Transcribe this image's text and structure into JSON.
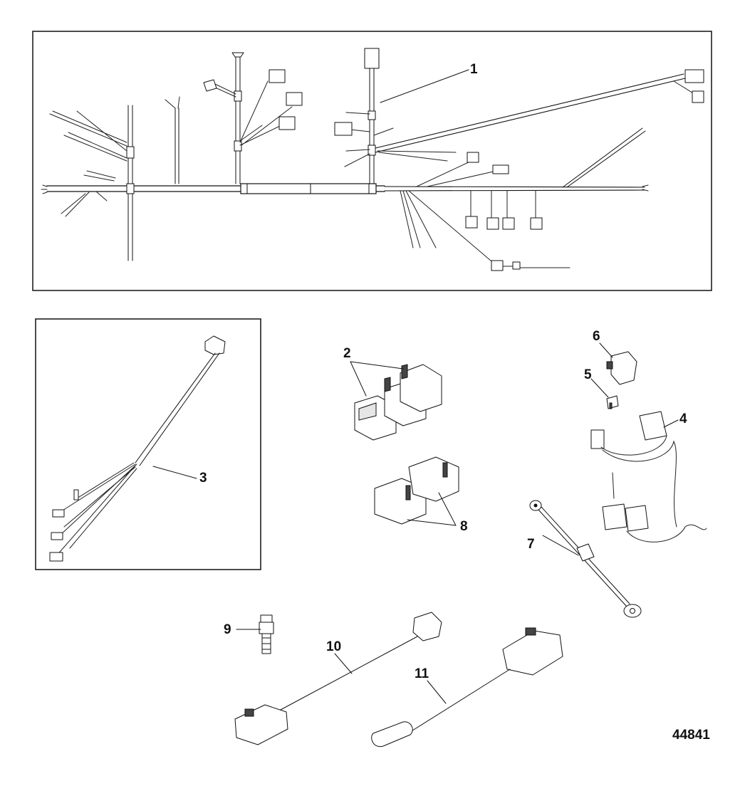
{
  "diagram": {
    "figure_id": "44841",
    "callouts": [
      {
        "id": "c1",
        "label": "1"
      },
      {
        "id": "c2",
        "label": "2"
      },
      {
        "id": "c3",
        "label": "3"
      },
      {
        "id": "c4",
        "label": "4"
      },
      {
        "id": "c5",
        "label": "5"
      },
      {
        "id": "c6",
        "label": "6"
      },
      {
        "id": "c7",
        "label": "7"
      },
      {
        "id": "c8",
        "label": "8"
      },
      {
        "id": "c9",
        "label": "9"
      },
      {
        "id": "c10",
        "label": "10"
      },
      {
        "id": "c11",
        "label": "11"
      }
    ]
  }
}
